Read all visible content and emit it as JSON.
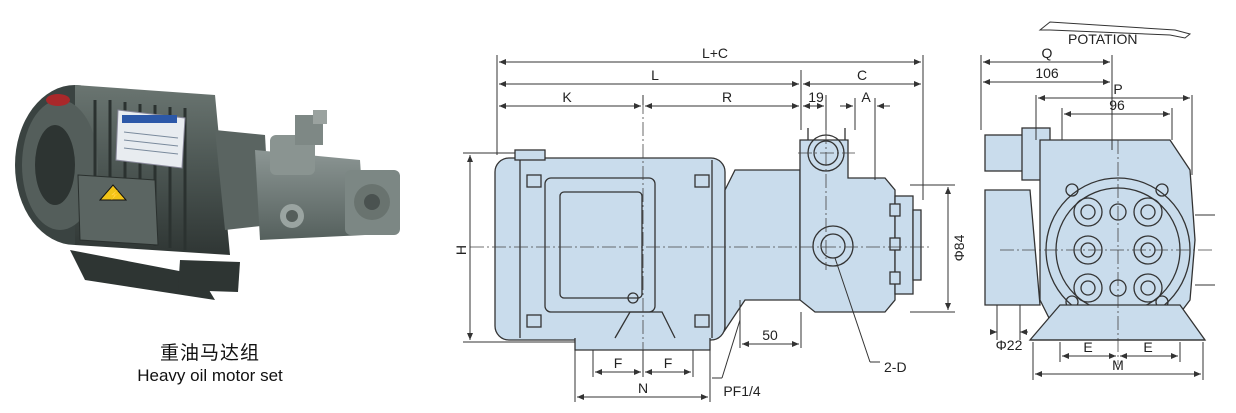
{
  "caption": {
    "cn": "重油马达组",
    "en": "Heavy oil motor set"
  },
  "colors": {
    "body_fill": "#c9dcec",
    "motor_dark": "#4f5a56",
    "line": "#333333"
  },
  "side_view": {
    "dims": {
      "lc": "L+C",
      "l": "L",
      "c": "C",
      "k": "K",
      "r": "R",
      "d19": "19",
      "a": "A",
      "h": "H",
      "phi84": "Φ84",
      "d50": "50",
      "f1": "F",
      "f2": "F",
      "n": "N",
      "pf": "PF1/4",
      "d2": "2-D"
    }
  },
  "end_view": {
    "rotation_label": "POTATION",
    "dims": {
      "q": "Q",
      "d106": "106",
      "p": "P",
      "d96": "96",
      "phi22": "Φ22",
      "e1": "E",
      "e2": "E",
      "m": "M"
    }
  }
}
